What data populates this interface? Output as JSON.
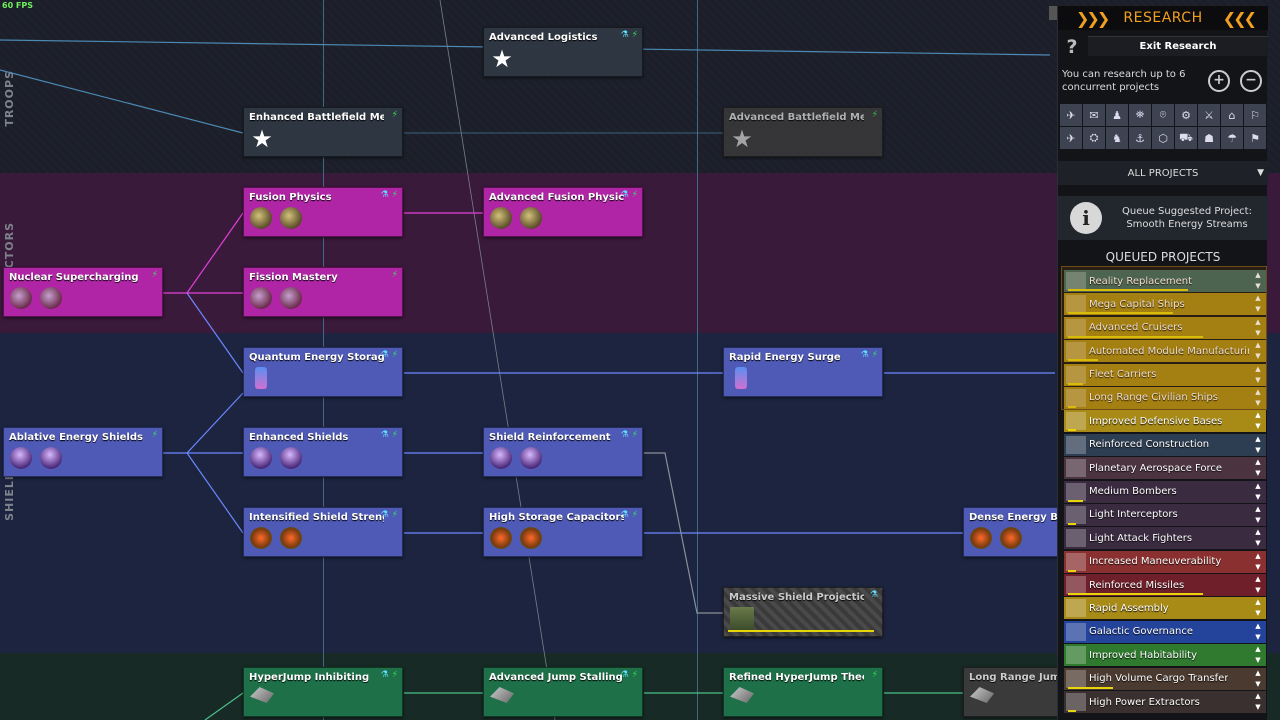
{
  "fps": "60 FPS",
  "side_labels": {
    "troops": "TROOPS",
    "reactors": "ACTORS",
    "shields": "SHIELD"
  },
  "nodes": [
    {
      "id": "adv-logistics",
      "title": "Advanced Logistics",
      "flask": true,
      "bolt": true,
      "icon": "star-icon"
    },
    {
      "id": "enh-battle-med",
      "title": "Enhanced Battlefield Medicine",
      "flask": false,
      "bolt": true,
      "icon": "star-icon"
    },
    {
      "id": "adv-battle-med",
      "title": "Advanced Battlefield Medicine",
      "flask": false,
      "bolt": true,
      "icon": "star-icon"
    },
    {
      "id": "fusion-physics",
      "title": "Fusion Physics",
      "flask": true,
      "bolt": true
    },
    {
      "id": "adv-fusion-physics",
      "title": "Advanced Fusion Physics",
      "flask": true,
      "bolt": true
    },
    {
      "id": "nuclear-supercharging",
      "title": "Nuclear Supercharging",
      "flask": false,
      "bolt": true
    },
    {
      "id": "fission-mastery",
      "title": "Fission Mastery",
      "flask": false,
      "bolt": true
    },
    {
      "id": "quantum-energy-storage",
      "title": "Quantum Energy Storage",
      "flask": true,
      "bolt": true
    },
    {
      "id": "rapid-energy-surge",
      "title": "Rapid Energy Surge",
      "flask": true,
      "bolt": true
    },
    {
      "id": "ablative-energy-shields",
      "title": "Ablative Energy Shields",
      "flask": false,
      "bolt": true
    },
    {
      "id": "enhanced-shields",
      "title": "Enhanced Shields",
      "flask": true,
      "bolt": true
    },
    {
      "id": "shield-reinforcement",
      "title": "Shield Reinforcement",
      "flask": true,
      "bolt": true
    },
    {
      "id": "intensified-shield-strength",
      "title": "Intensified Shield Strength",
      "flask": true,
      "bolt": true
    },
    {
      "id": "high-storage-capacitors",
      "title": "High Storage Capacitors",
      "flask": true,
      "bolt": true
    },
    {
      "id": "dense-energy-banks",
      "title": "Dense Energy Banl",
      "flask": false,
      "bolt": false
    },
    {
      "id": "massive-shield-projection",
      "title": "Massive Shield Projection",
      "flask": true,
      "bolt": false
    },
    {
      "id": "hyperjump-inhibiting",
      "title": "HyperJump Inhibiting",
      "flask": true,
      "bolt": true
    },
    {
      "id": "adv-jump-stalling",
      "title": "Advanced Jump Stalling",
      "flask": true,
      "bolt": true
    },
    {
      "id": "refined-hyperjump",
      "title": "Refined HyperJump Theory",
      "flask": false,
      "bolt": true
    },
    {
      "id": "long-range-jump",
      "title": "Long Range Jump",
      "flask": false,
      "bolt": false
    }
  ],
  "panel": {
    "title": "RESEARCH",
    "help_glyph": "?",
    "exit_label": "Exit Research",
    "limit_text": "You can research up to 6 concurrent projects",
    "zoom_in": "+",
    "zoom_out": "−",
    "filter_label": "ALL PROJECTS",
    "suggest_text": "Queue Suggested Project: Smooth Energy Streams",
    "info_glyph": "i",
    "queued_header": "QUEUED PROJECTS",
    "category_count": 18,
    "queue": [
      {
        "name": "Reality Replacement",
        "color": "#3e6a63",
        "progress": 0.8
      },
      {
        "name": "Mega Capital Ships",
        "color": "#a88a16",
        "progress": 0.7
      },
      {
        "name": "Advanced Cruisers",
        "color": "#a88a16",
        "progress": 0.9
      },
      {
        "name": "Automated Module Manufacturing",
        "color": "#a88a16",
        "progress": 0.2
      },
      {
        "name": "Fleet Carriers",
        "color": "#a88a16",
        "progress": 0.1
      },
      {
        "name": "Long Range Civilian Ships",
        "color": "#a88a16",
        "progress": 0.05
      },
      {
        "name": "Improved Defensive Bases",
        "color": "#a88a16",
        "progress": 0.05
      },
      {
        "name": "Reinforced Construction",
        "color": "#2e3e52",
        "progress": 0
      },
      {
        "name": "Planetary Aerospace Force",
        "color": "#4b3340",
        "progress": 0
      },
      {
        "name": "Medium Bombers",
        "color": "#3a2b40",
        "progress": 0.1
      },
      {
        "name": "Light Interceptors",
        "color": "#3a2b40",
        "progress": 0.05
      },
      {
        "name": "Light Attack Fighters",
        "color": "#3a2b40",
        "progress": 0
      },
      {
        "name": "Increased Maneuverability",
        "color": "#8a3030",
        "progress": 0.05
      },
      {
        "name": "Reinforced Missiles",
        "color": "#6e1f2a",
        "progress": 0.9
      },
      {
        "name": "Rapid Assembly",
        "color": "#a88a16",
        "progress": 0
      },
      {
        "name": "Galactic Governance",
        "color": "#24439a",
        "progress": 0
      },
      {
        "name": "Improved Habitability",
        "color": "#2f7a2e",
        "progress": 0
      },
      {
        "name": "High Volume Cargo Transfer",
        "color": "#4a3a30",
        "progress": 0.3
      },
      {
        "name": "High Power Extractors",
        "color": "#3a3030",
        "progress": 0.05
      }
    ]
  }
}
